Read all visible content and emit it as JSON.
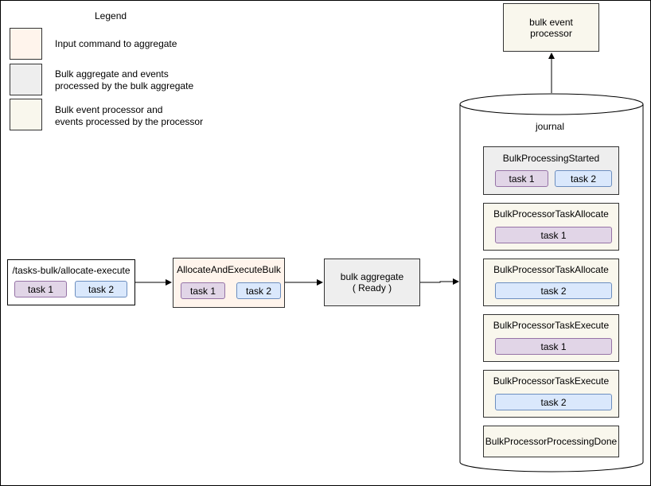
{
  "legend": {
    "title": "Legend",
    "items": [
      {
        "label": "Input command to aggregate"
      },
      {
        "label_line1": "Bulk aggregate and events",
        "label_line2": "processed by the bulk aggregate"
      },
      {
        "label_line1": "Bulk event processor and",
        "label_line2": "events processed by the processor"
      }
    ]
  },
  "endpoint": {
    "title": "/tasks-bulk/allocate-execute",
    "task1": "task 1",
    "task2": "task 2"
  },
  "command": {
    "title": "AllocateAndExecuteBulk",
    "task1": "task 1",
    "task2": "task 2"
  },
  "aggregate": {
    "line1": "bulk aggregate",
    "line2": "( Ready )"
  },
  "processor": {
    "line1": "bulk event",
    "line2": "processor"
  },
  "journal": {
    "label": "journal",
    "events": [
      {
        "title": "BulkProcessingStarted",
        "task1": "task 1",
        "task2": "task 2"
      },
      {
        "title": "BulkProcessorTaskAllocate",
        "task": "task 1"
      },
      {
        "title": "BulkProcessorTaskAllocate",
        "task": "task 2"
      },
      {
        "title": "BulkProcessorTaskExecute",
        "task": "task 1"
      },
      {
        "title": "BulkProcessorTaskExecute",
        "task": "task 2"
      },
      {
        "title": "BulkProcessorProcessingDone"
      }
    ]
  },
  "colors": {
    "command_fill": "#fff4ec",
    "aggregate_fill": "#eeeeee",
    "processor_fill": "#f9f7ed",
    "task1_fill": "#e1d5e7",
    "task1_stroke": "#9673a6",
    "task2_fill": "#dae8fc",
    "task2_stroke": "#6c8ebf"
  }
}
